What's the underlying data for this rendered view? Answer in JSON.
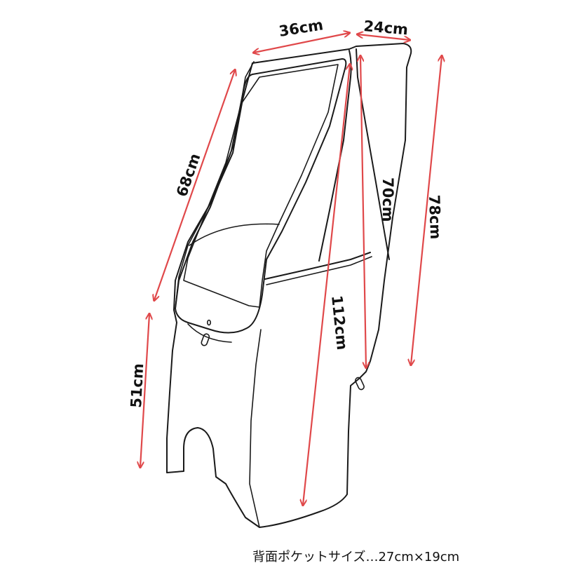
{
  "dimensions": {
    "top_width": "36cm",
    "top_depth": "24cm",
    "front_slope_length": "68cm",
    "lower_front_height": "51cm",
    "full_diagonal_length": "112cm",
    "side_length": "70cm",
    "back_height": "78cm"
  },
  "caption": "背面ポケットサイズ…27cm×19cm",
  "colors": {
    "dimension_arrow": "#e0484a",
    "outline": "#1a1a1a",
    "label_text": "#111111"
  }
}
